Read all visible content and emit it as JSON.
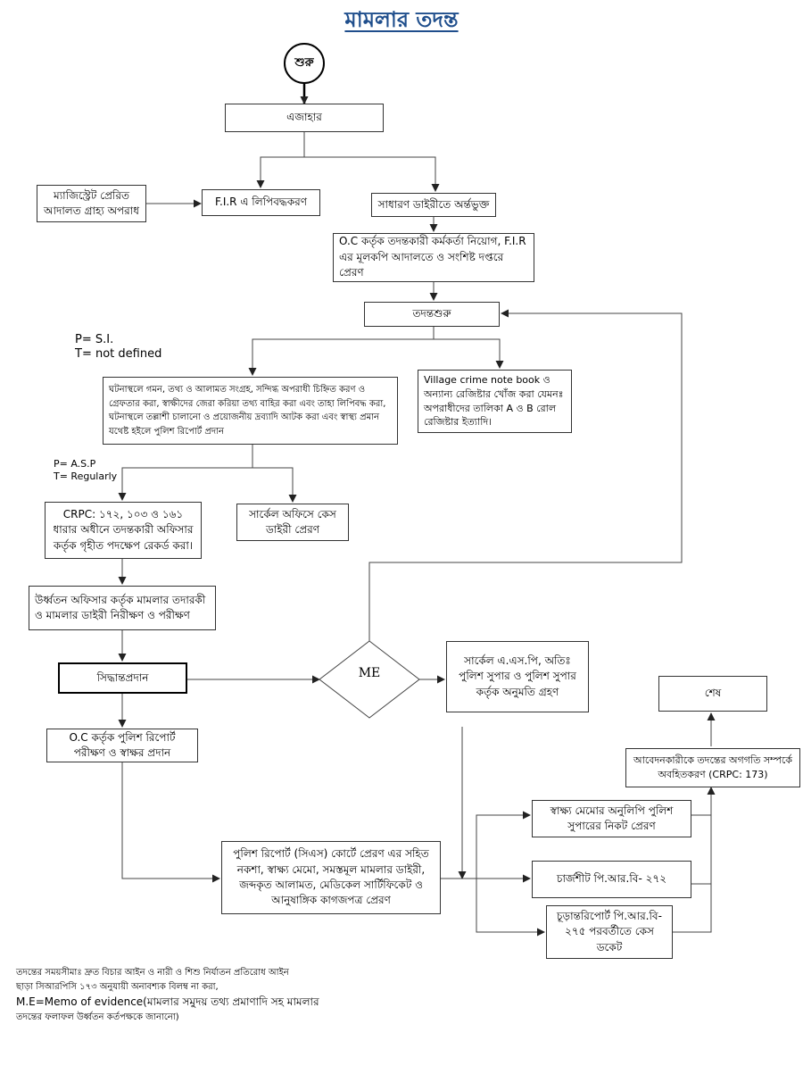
{
  "title": "মামলার তদন্ত",
  "start": "শুরু",
  "nodes": {
    "ejahar": "এজাহার",
    "magistrate": "ম্যাজিস্ট্রেট প্রেরিত আদালত গ্রাহ্য অপরাধ",
    "fir_entry": "F.I.R এ লিপিবদ্ধকরণ",
    "general_diary": "সাধারণ ডাইরীতে অর্ন্তভুক্ত",
    "oc_assign": "O.C কর্তৃক তদন্তকারী কর্মকর্তা নিয়োগ, F.I.R এর মূলকপি আদালতে ও সংশিষ্ট দপ্তরে প্রেরণ",
    "investigation": "তদন্তশুরু",
    "field_work": "ঘটনাস্থলে গমন, তথ্য ও আলামত সংগ্রহ, সন্দিগ্ধ অপরাধী চিহ্নিত করণ ও গ্রেফতার করা, স্বাক্ষীদের জেরা করিয়া তথ্য বাহির করা এবং তাহা লিপিবদ্ধ করা, ঘটনাস্থলে তল্লাশী চালানো ও প্রয়োজনীয় দ্রব্যাদি আটক করা এবং স্বাস্থ্য প্রমান যথেষ্ট হইলে পুলিশ রিপোর্ট প্রদান",
    "village_book": "Village crime note book ও অন্যান্য রেজিষ্টার খোঁজ করা যেমনঃ অপরাধীদের তালিকা A ও B রোল রেজিষ্টার ইত্যাদি।",
    "crpc_record": "CRPC: ১৭২, ১০৩ ও ১৬১ ধারার অধীনে তদন্তকারী অফিসার কর্তৃক গৃহীত পদক্ষেপ রেকর্ড করা।",
    "circle_diary": "সার্কেল অফিসে কেস ডাইরী প্রেরণ",
    "supervision": "উর্ধ্বতন অফিসার কর্তৃক মামলার তদারকী ও মামলার ডাইরী নিরীক্ষণ ও পরীক্ষণ",
    "decision": "সিদ্ধান্তপ্রদান",
    "me": "ME",
    "asp_permission": "সার্কেল এ.এস.পি, অতিঃ পুলিশ সুপার ও পুলিশ সুপার কর্তৃক অনুমতি গ্রহণ",
    "oc_report": "O.C কর্তৃক পুলিশ রিপোর্ট পরীক্ষণ ও স্বাক্ষর প্রদান",
    "court_send": "পুলিশ রিপোর্ট (সিএস) কোর্টে প্রেরণ এর সহিত নকশা, স্বাক্ষ্য মেমো, সমস্তমূল মামলার ডাইরী, জব্দকৃত আলামত, মেডিকেল সার্টিফিকেট ও আনুষাঙ্গিক কাগজপত্র প্রেরণ",
    "memo_copy": "স্বাক্ষ্য মেমোর অনুলিপি পুলিশ সুপারের নিকট প্রেরণ",
    "chargesheet": "চার্জশীট পি.আর.বি- ২৭২",
    "final_report": "চূড়ান্তরিপোর্ট পি.আর.বি- ২৭৫ পরবর্তীতে কেস ডকেট",
    "notify": "আবেদনকারীকে তদন্তের অগগতি সম্পর্কে অবহিতকরণ (CRPC: 173)",
    "end": "শেষ"
  },
  "notes": {
    "ps_line1": "P= S.I.",
    "ps_line2": "T= not defined",
    "pa_line1": "P= A.S.P",
    "pa_line2": "T= Regularly"
  },
  "footnote": {
    "line1": "তদন্তের সময়সীমাঃ দ্রুত বিচার আইন ও নারী ও শিশু নির্যাতন প্রতিরোধ আইন",
    "line2": "ছাড়া সিআরপিসি ১৭৩ অনুযায়ী অনাবশ্যক বিলম্ব না করা,",
    "line3": "M.E=Memo of evidence(মামলার সমুদয় তথ্য প্রমাণাদি সহ মামলার",
    "line4": "তদন্তের ফলাফল উর্ধ্বতন কর্তপক্ষকে জানানো)"
  }
}
